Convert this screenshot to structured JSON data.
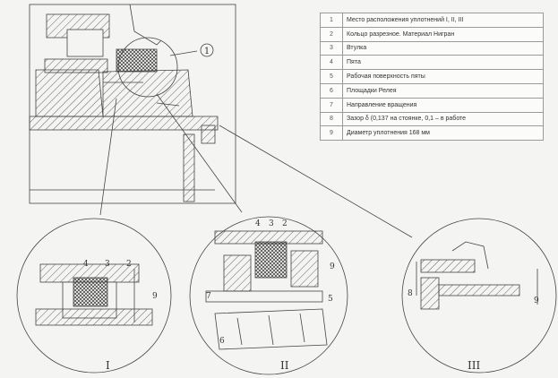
{
  "legend": [
    {
      "num": "1",
      "text": "Место расположения уплотнений I, II, III"
    },
    {
      "num": "2",
      "text": "Кольцо разрезное. Материал Нигран"
    },
    {
      "num": "3",
      "text": "Втулка"
    },
    {
      "num": "4",
      "text": "Пята"
    },
    {
      "num": "5",
      "text": "Рабочая поверхность пяты"
    },
    {
      "num": "6",
      "text": "Площадки Релея"
    },
    {
      "num": "7",
      "text": "Направление вращения"
    },
    {
      "num": "8",
      "text": "Зазор δ  (0,137 на стоянке, 0,1 – в работе"
    },
    {
      "num": "9",
      "text": "Диаметр уплотнения  168 мм"
    }
  ],
  "callouts": {
    "main": "1",
    "detail1": [
      "4",
      "3",
      "2",
      "9"
    ],
    "detail2": [
      "4",
      "3",
      "2",
      "9",
      "7",
      "5",
      "6"
    ],
    "detail3": [
      "8",
      "9"
    ]
  },
  "detail_labels": [
    "I",
    "II",
    "III"
  ]
}
